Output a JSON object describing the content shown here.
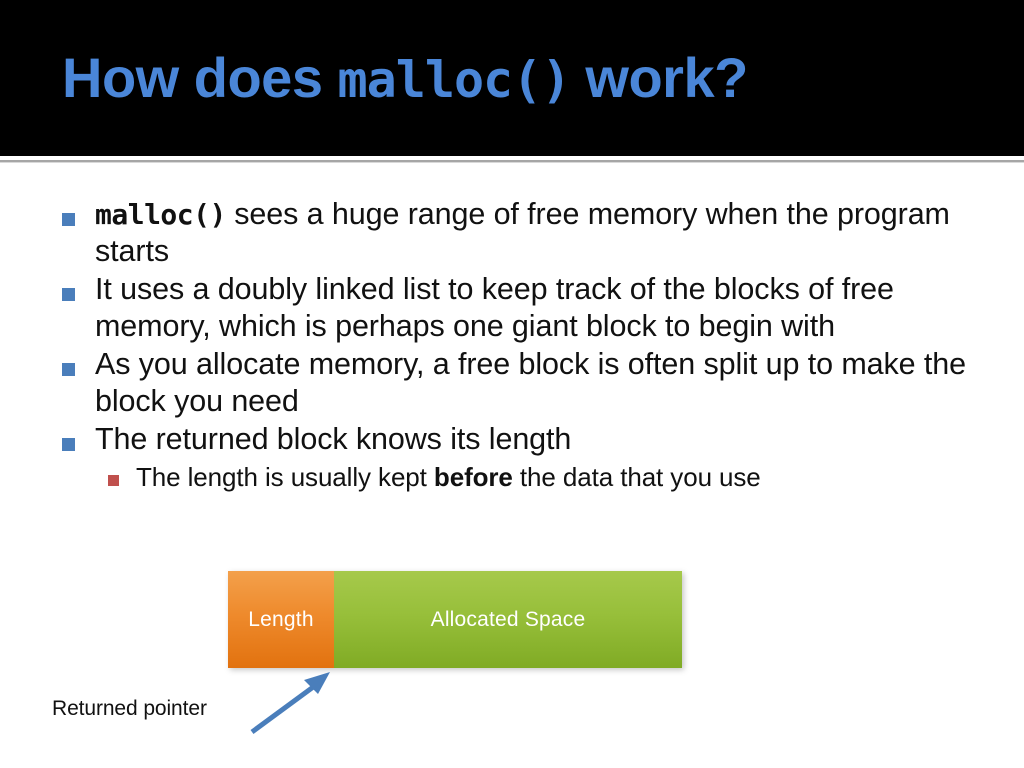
{
  "slide": {
    "title_prefix": "How does ",
    "title_mono": "malloc()",
    "title_suffix": " work?",
    "header_bg": "#000000",
    "title_color": "#4a86d8"
  },
  "content": {
    "bullets": [
      {
        "marker": "square-bullet-blue",
        "code": "malloc()",
        "text_after_code": " sees a huge range of free memory when the program starts"
      },
      {
        "marker": "square-bullet-blue",
        "code": "",
        "text_after_code": "It uses a doubly linked list to keep track of the blocks of free memory, which is perhaps one giant block to begin with"
      },
      {
        "marker": "square-bullet-blue",
        "code": "",
        "text_after_code": "As you allocate memory, a free block is often split up to make the block you need"
      },
      {
        "marker": "square-bullet-blue",
        "code": "",
        "text_after_code": "The returned block knows its length"
      }
    ],
    "subbullet": {
      "marker": "square-bullet-red",
      "text_before_bold": "The length is usually kept ",
      "bold": "before",
      "text_after_bold": " the data that you use"
    },
    "bullet_color": "#4a7ebb",
    "subbullet_color": "#c0504d"
  },
  "diagram": {
    "blocks": [
      {
        "label": "Length",
        "color": "#ee8a2c"
      },
      {
        "label": "Allocated Space",
        "color": "#97bf3a"
      }
    ],
    "annotation_label": "Returned pointer",
    "arrow_color": "#4a7ebb"
  }
}
